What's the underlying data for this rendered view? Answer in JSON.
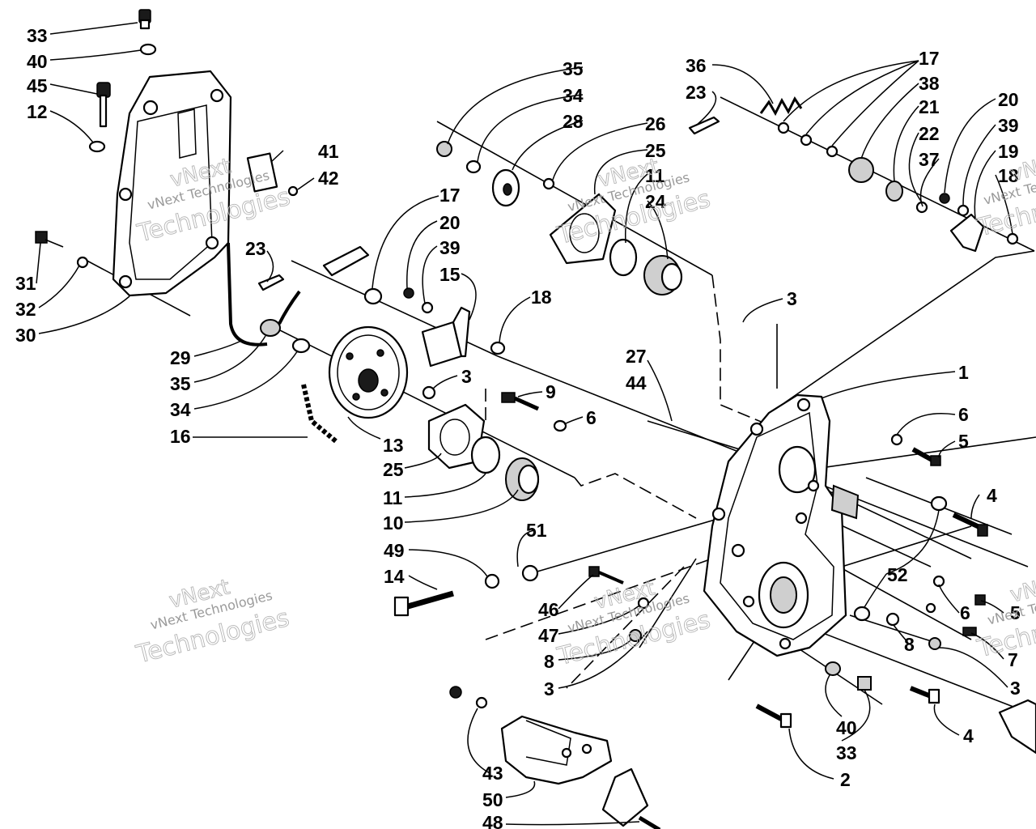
{
  "callouts": [
    {
      "id": "c33a",
      "label": "33"
    },
    {
      "id": "c40a",
      "label": "40"
    },
    {
      "id": "c45",
      "label": "45"
    },
    {
      "id": "c12",
      "label": "12"
    },
    {
      "id": "c31",
      "label": "31"
    },
    {
      "id": "c32",
      "label": "32"
    },
    {
      "id": "c30",
      "label": "30"
    },
    {
      "id": "c41",
      "label": "41"
    },
    {
      "id": "c42",
      "label": "42"
    },
    {
      "id": "c23a",
      "label": "23"
    },
    {
      "id": "c29",
      "label": "29"
    },
    {
      "id": "c35a",
      "label": "35"
    },
    {
      "id": "c34a",
      "label": "34"
    },
    {
      "id": "c16",
      "label": "16"
    },
    {
      "id": "c13",
      "label": "13"
    },
    {
      "id": "c17a",
      "label": "17"
    },
    {
      "id": "c20a",
      "label": "20"
    },
    {
      "id": "c39a",
      "label": "39"
    },
    {
      "id": "c15",
      "label": "15"
    },
    {
      "id": "c18a",
      "label": "18"
    },
    {
      "id": "c3a",
      "label": "3"
    },
    {
      "id": "c25a",
      "label": "25"
    },
    {
      "id": "c11a",
      "label": "11"
    },
    {
      "id": "c10",
      "label": "10"
    },
    {
      "id": "c9",
      "label": "9"
    },
    {
      "id": "c6a",
      "label": "6"
    },
    {
      "id": "c35b",
      "label": "35"
    },
    {
      "id": "c34b",
      "label": "34"
    },
    {
      "id": "c28",
      "label": "28"
    },
    {
      "id": "c26",
      "label": "26"
    },
    {
      "id": "c25b",
      "label": "25"
    },
    {
      "id": "c11b",
      "label": "11"
    },
    {
      "id": "c24",
      "label": "24"
    },
    {
      "id": "c36",
      "label": "36"
    },
    {
      "id": "c23b",
      "label": "23"
    },
    {
      "id": "c17b",
      "label": "17"
    },
    {
      "id": "c38",
      "label": "38"
    },
    {
      "id": "c21",
      "label": "21"
    },
    {
      "id": "c22",
      "label": "22"
    },
    {
      "id": "c37",
      "label": "37"
    },
    {
      "id": "c20b",
      "label": "20"
    },
    {
      "id": "c39b",
      "label": "39"
    },
    {
      "id": "c19",
      "label": "19"
    },
    {
      "id": "c18b",
      "label": "18"
    },
    {
      "id": "c3b",
      "label": "3"
    },
    {
      "id": "c27",
      "label": "27"
    },
    {
      "id": "c44",
      "label": "44"
    },
    {
      "id": "c1",
      "label": "1"
    },
    {
      "id": "c6b",
      "label": "6"
    },
    {
      "id": "c5a",
      "label": "5"
    },
    {
      "id": "c4a",
      "label": "4"
    },
    {
      "id": "c51",
      "label": "51"
    },
    {
      "id": "c49",
      "label": "49"
    },
    {
      "id": "c14",
      "label": "14"
    },
    {
      "id": "c46",
      "label": "46"
    },
    {
      "id": "c47",
      "label": "47"
    },
    {
      "id": "c8a",
      "label": "8"
    },
    {
      "id": "c3c",
      "label": "3"
    },
    {
      "id": "c52",
      "label": "52"
    },
    {
      "id": "c6c",
      "label": "6"
    },
    {
      "id": "c5b",
      "label": "5"
    },
    {
      "id": "c8b",
      "label": "8"
    },
    {
      "id": "c7",
      "label": "7"
    },
    {
      "id": "c3d",
      "label": "3"
    },
    {
      "id": "c40b",
      "label": "40"
    },
    {
      "id": "c33b",
      "label": "33"
    },
    {
      "id": "c4b",
      "label": "4"
    },
    {
      "id": "c2",
      "label": "2"
    },
    {
      "id": "c43",
      "label": "43"
    },
    {
      "id": "c50",
      "label": "50"
    },
    {
      "id": "c48",
      "label": "48"
    }
  ],
  "watermark": {
    "line_top": "vNext",
    "line_mid": "vNext Technologies",
    "line_bottom": "Technologies"
  }
}
